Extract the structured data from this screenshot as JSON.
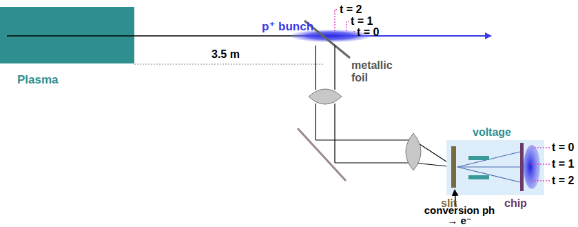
{
  "diagram": {
    "nodes": [
      {
        "text": [
          "Plasma"
        ]
      },
      {
        "text": [
          "voltage"
        ]
      }
    ],
    "labels": [
      "t = 2",
      "t = 1",
      "t = 0",
      "p⁺ bunch",
      "3.5 m",
      "metallic foil",
      "slit",
      "chip",
      "conversion ph → e⁻",
      "t = 0",
      "t = 1",
      "t = 2"
    ]
  }
}
